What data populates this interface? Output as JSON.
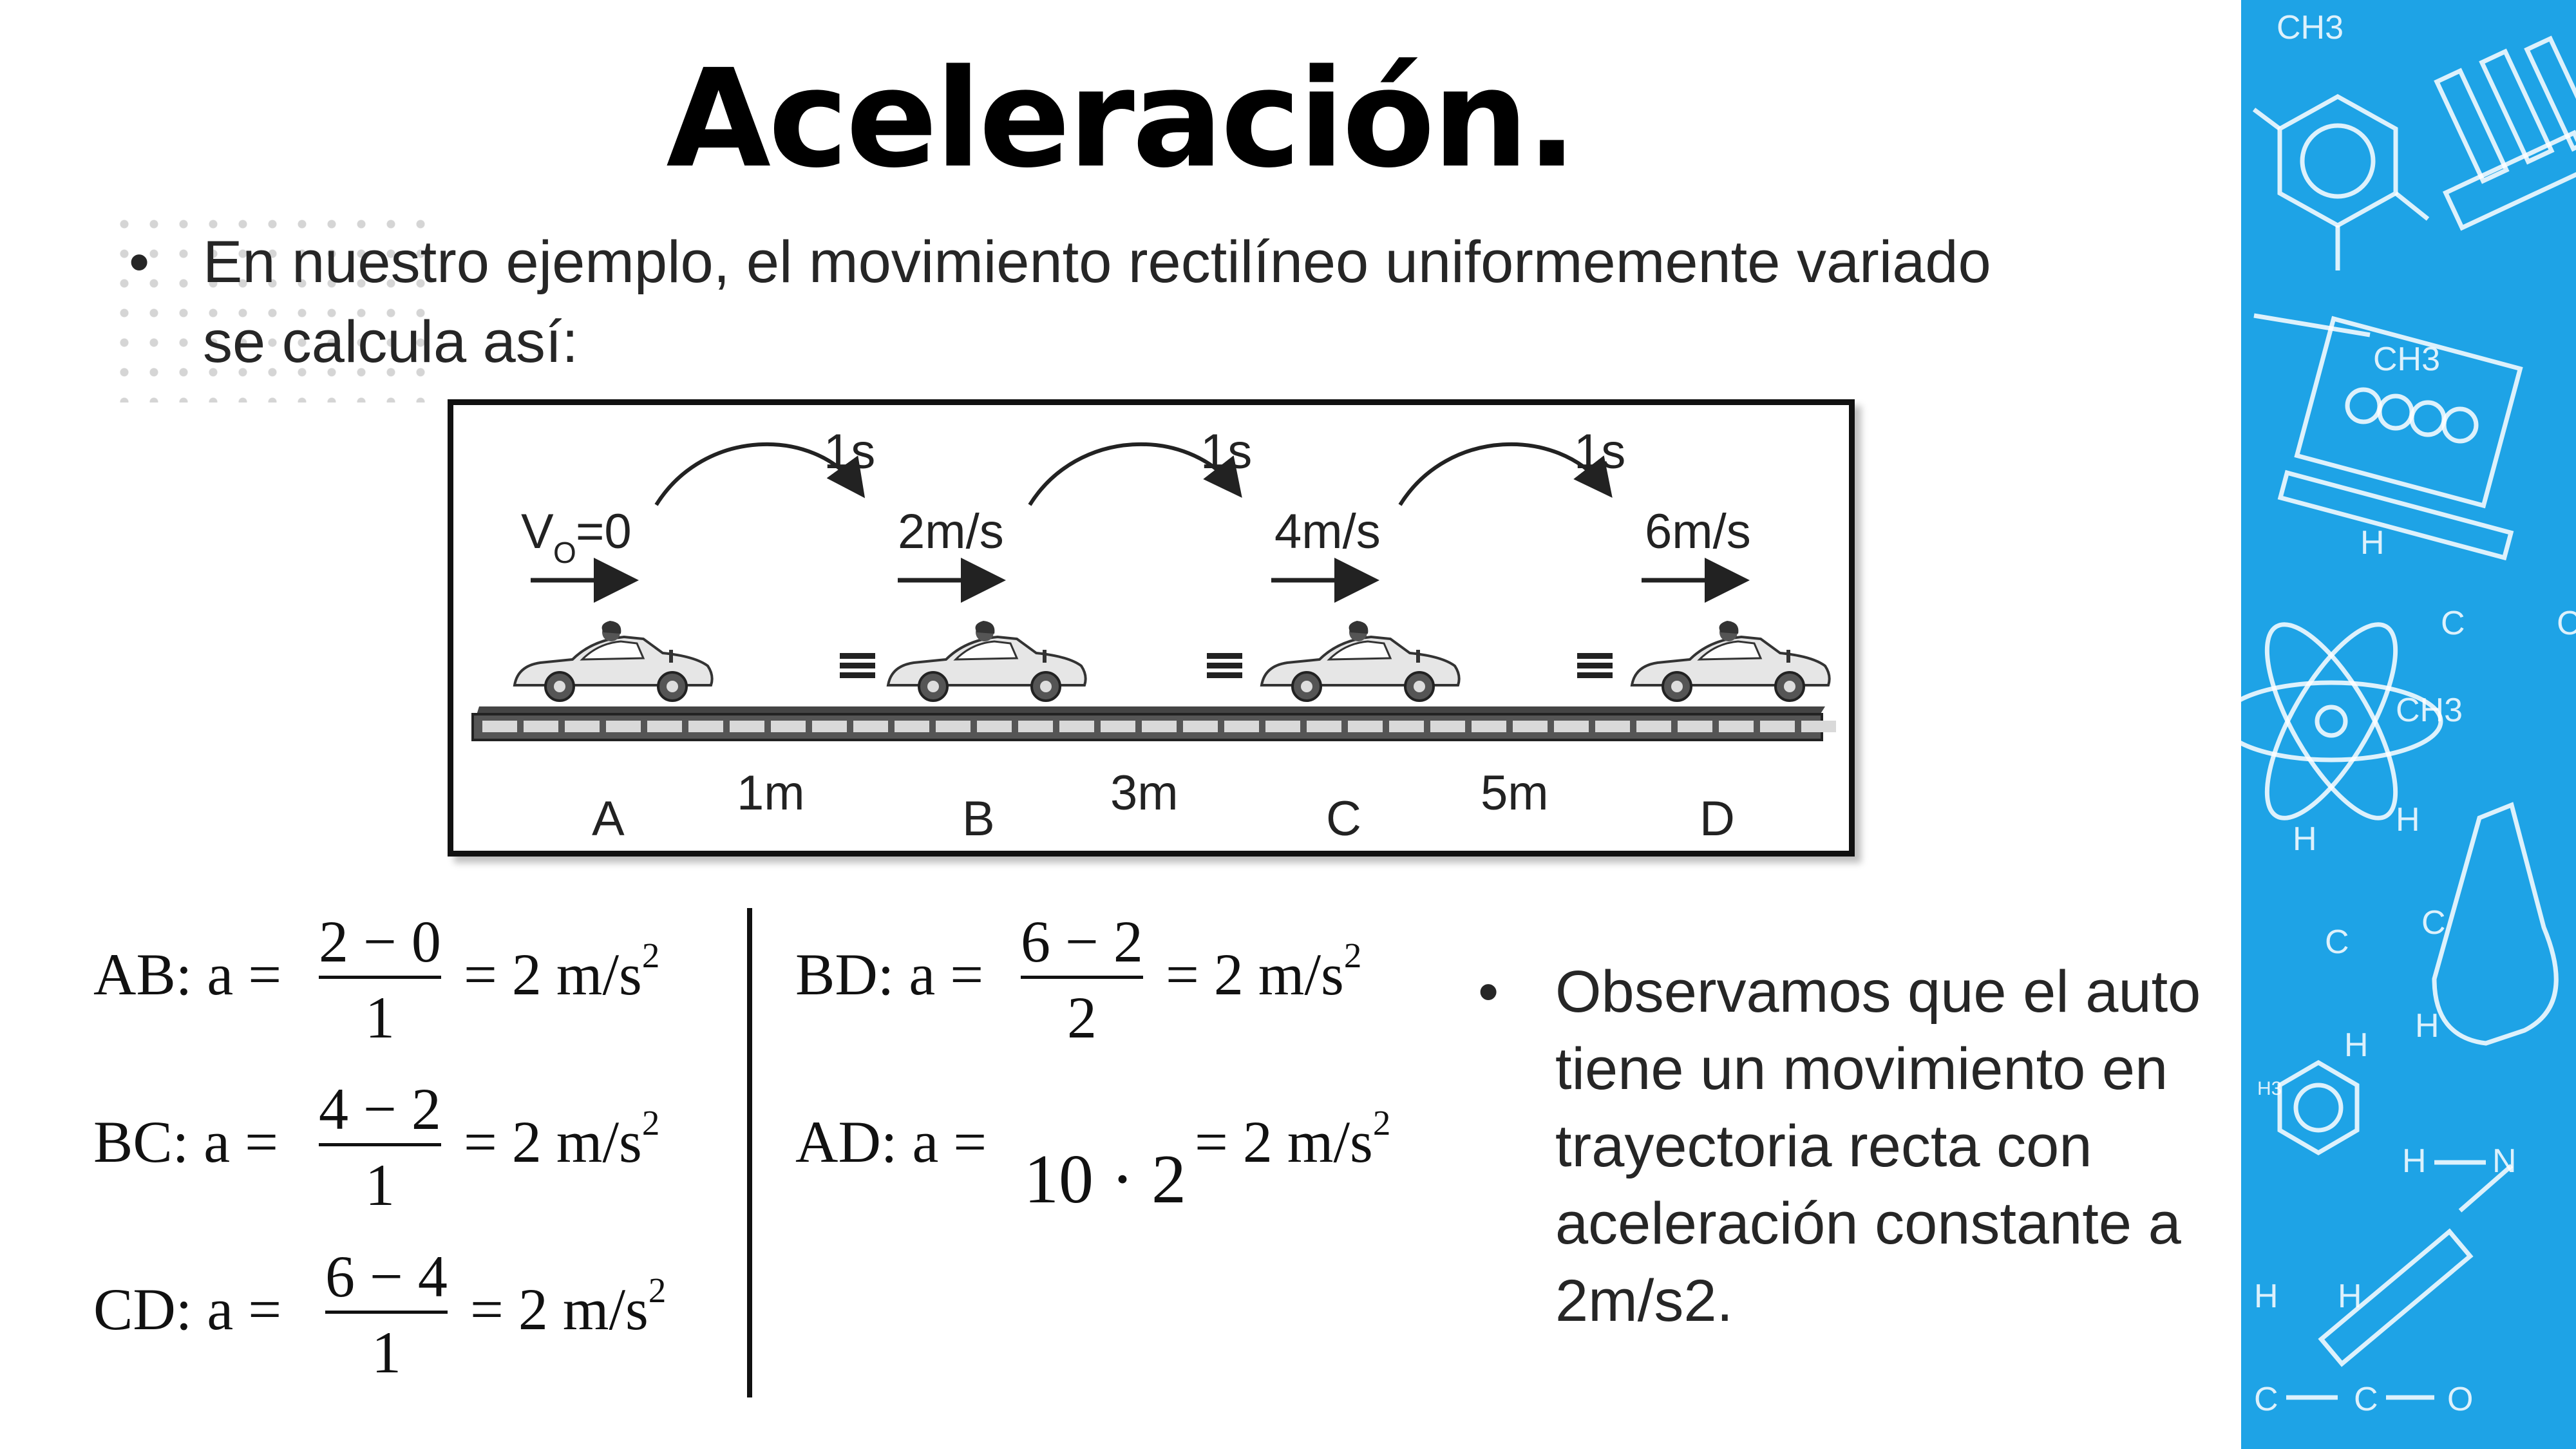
{
  "slide": {
    "title": "Aceleración.",
    "bullet_glyph": "•",
    "intro": "En nuestro ejemplo, el movimiento rectilíneo uniformemente variado se calcula así:",
    "conclusion": "Observamos que el auto tiene un movimiento en trayectoria recta con aceleración constante a 2m/s2."
  },
  "diagram": {
    "initial_label": "V",
    "initial_sub": "O",
    "initial_value": "=0",
    "time_labels": [
      "1s",
      "1s",
      "1s"
    ],
    "speed_labels": [
      "2m/s",
      "4m/s",
      "6m/s"
    ],
    "points": [
      "A",
      "B",
      "C",
      "D"
    ],
    "distances": [
      "1m",
      "3m",
      "5m"
    ]
  },
  "equations": {
    "ab": {
      "label": "AB: a =",
      "num": "2 − 0",
      "den": "1",
      "result": "= 2 m/s",
      "exp": "2"
    },
    "bc": {
      "label": "BC: a =",
      "num": "4 − 2",
      "den": "1",
      "result": "= 2 m/s",
      "exp": "2"
    },
    "cd": {
      "label": "CD: a =",
      "num": "6 − 4",
      "den": "1",
      "result": "= 2 m/s",
      "exp": "2"
    },
    "bd": {
      "label": "BD: a =",
      "num": "6 − 2",
      "den": "2",
      "result": "= 2 m/s",
      "exp": "2"
    },
    "ad": {
      "label": "AD: a =",
      "expr": "10 · 2",
      "result": "= 2 m/s",
      "exp": "2"
    }
  },
  "panel": {
    "labels": [
      "CH3",
      "CH3",
      "H",
      "C",
      "C",
      "CH3",
      "H",
      "H",
      "C",
      "C",
      "H",
      "H",
      "H",
      "N",
      "H",
      "H",
      "C",
      "C",
      "O",
      "H3"
    ]
  },
  "colors": {
    "panel_bg": "#1ea3e6",
    "panel_line": "#ffffff",
    "text": "#262626"
  }
}
